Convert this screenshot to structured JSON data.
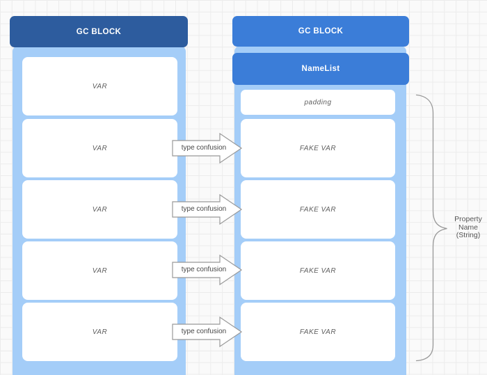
{
  "page": {
    "background_color": "#fafafa",
    "grid_line_color": "#ececec"
  },
  "left_block": {
    "title": "GC BLOCK",
    "header_color": "#2d5c9e",
    "container_color": "#a4cdf8",
    "items": [
      {
        "label": "VAR"
      },
      {
        "label": "VAR"
      },
      {
        "label": "VAR"
      },
      {
        "label": "VAR"
      },
      {
        "label": "VAR"
      }
    ]
  },
  "right_block": {
    "title": "GC BLOCK",
    "header_color": "#3b7dd8",
    "container_color": "#a4cdf8",
    "sublist_title": "NameList",
    "padding_label": "padding",
    "items": [
      {
        "label": "FAKE VAR"
      },
      {
        "label": "FAKE VAR"
      },
      {
        "label": "FAKE VAR"
      },
      {
        "label": "FAKE VAR"
      }
    ]
  },
  "arrows": [
    {
      "label": "type confusion"
    },
    {
      "label": "type confusion"
    },
    {
      "label": "type confusion"
    },
    {
      "label": "type confusion"
    }
  ],
  "annotation": {
    "label": "Property\nName\n(String)",
    "text_color": "#555555",
    "brace_color": "#999999"
  }
}
